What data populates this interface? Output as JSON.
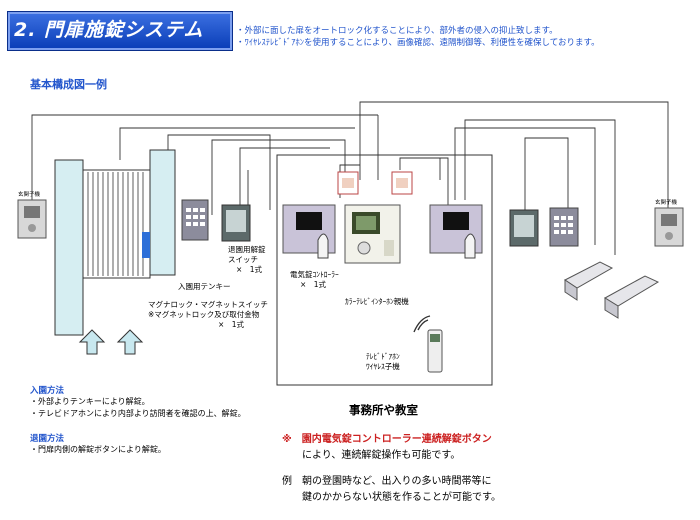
{
  "header": {
    "title": "2. 門扉施錠システム",
    "desc_lines": [
      "・外部に面した扉をオートロック化することにより、部外者の侵入の抑止致します。",
      "・ﾜｲﾔﾚｽﾃﾚﾋﾞﾄﾞｱﾎﾝを使用することにより、画像確認、遠隔制御等、利便性を確保しております。"
    ]
  },
  "subheading": "基本構成図一例",
  "labels": {
    "gate_slave_left": "玄関子機",
    "gate_slave_right": "玄関子機",
    "exit_switch": [
      "退園用解錠",
      "スイッチ",
      "×　1式"
    ],
    "entry_tenkey": "入園用テンキー",
    "magnet": [
      "マグナロック・マグネットスイッチ",
      "※マグネットロック及び取付金物",
      "×　1式"
    ],
    "controller": [
      "電気錠ｺﾝﾄﾛｰﾗｰ",
      "×　1式"
    ],
    "color_tv_doorphone": "ｶﾗｰﾃﾚﾋﾞｲﾝﾀｰﾎﾝ親機",
    "wireless_handset": [
      "ﾃﾚﾋﾞﾄﾞｱﾎﾝ",
      "ﾜｲﾔﾚｽ子機"
    ]
  },
  "entry": {
    "title": "入園方法",
    "lines": [
      "・外部よりテンキーにより解錠。",
      "・テレビドアホンにより内部より訪問者を確認の上、解錠。"
    ]
  },
  "exit": {
    "title": "退園方法",
    "lines": [
      "・門扉内側の解錠ボタンにより解錠。"
    ]
  },
  "office_title": "事務所や教室",
  "notes": {
    "note1": [
      "※　園内電気錠コントローラー連続解錠ボタン",
      "　　により、連続解錠操作も可能です。"
    ],
    "note2": [
      "例　朝の登園時など、出入りの多い時間帯等に",
      "　　鍵のかからない状態を作ることが可能です。"
    ]
  },
  "colors": {
    "title_bg": "#1a4fd0",
    "accent_blue": "#2255cc",
    "note_red": "#cc2222",
    "gate_fill": "#d6eef2"
  }
}
